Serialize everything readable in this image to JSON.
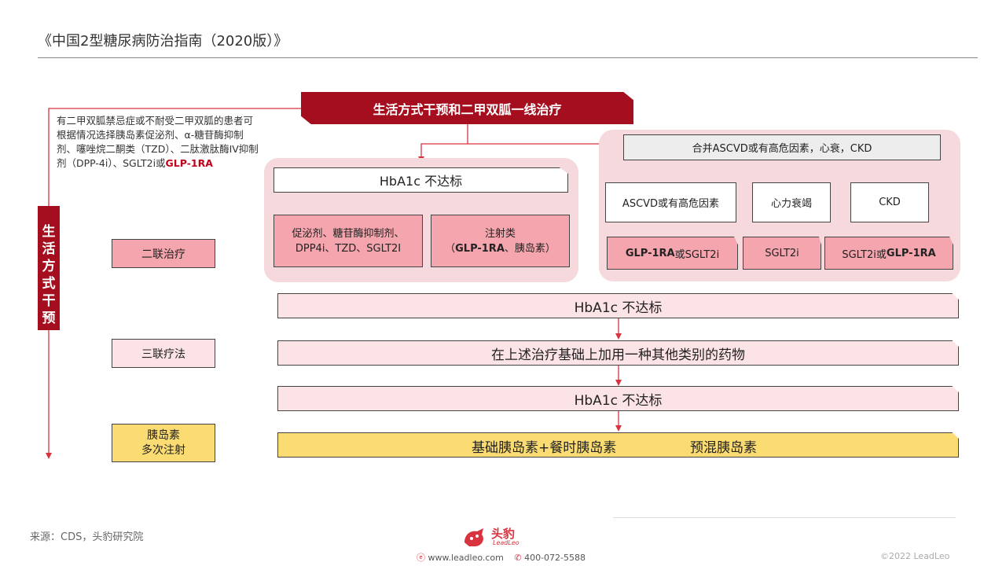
{
  "title": "《中国2型糖尿病防治指南（2020版）》",
  "left_note": {
    "text": "有二甲双胍禁忌症或不耐受二甲双胍的患者可根据情况选择胰岛素促泌剂、α-糖苷酶抑制剂、噻唑烷二酮类（TZD）、二肽激肽酶IV抑制剂（DPP-4i）、SGLT2i或",
    "highlight": "GLP-1RA"
  },
  "vertical_bar": "生活方式干预",
  "banner": "生活方式干预和二甲双胍一线治疗",
  "side_labels": {
    "dual": "二联治疗",
    "triple": "三联疗法",
    "insulin_line1": "胰岛素",
    "insulin_line2": "多次注射"
  },
  "left_panel": {
    "hba1c": "HbA1c 不达标",
    "oral": "促泌剂、糖苷酶抑制剂、DPP4i、TZD、SGLT2I",
    "injection_line1": "注射类",
    "injection_pre": "（",
    "injection_bold": "GLP-1RA",
    "injection_post": "、胰岛素）"
  },
  "right_panel": {
    "header": "合并ASCVD或有高危因素，心衰，CKD",
    "ascvd": "ASCVD或有高危因素",
    "hf": "心力衰竭",
    "ckd": "CKD",
    "ascvd_drug_bold": "GLP-1RA",
    "ascvd_drug_rest": "或SGLT2i",
    "hf_drug": "SGLT2i",
    "ckd_drug_pre": "SGLT2i或",
    "ckd_drug_bold": "GLP-1RA"
  },
  "steps": {
    "hba1c_1": "HbA1c 不达标",
    "add_drug": "在上述治疗基础上加用一种其他类别的药物",
    "hba1c_2": "HbA1c 不达标",
    "insulin_a": "基础胰岛素+餐时胰岛素",
    "insulin_b": "预混胰岛素"
  },
  "footer": {
    "source": "来源：CDS，头豹研究院",
    "logo_cn": "头豹",
    "logo_en": "LeadLeo",
    "website": "www.leadleo.com",
    "phone": "400-072-5588",
    "copyright": "©2022 LeadLeo"
  },
  "colors": {
    "brand_red": "#a50e1e",
    "arrow_red": "#d9333f",
    "pink": "#f4a5ad",
    "panel": "#f6d9dc",
    "yellow": "#fbdc72"
  }
}
